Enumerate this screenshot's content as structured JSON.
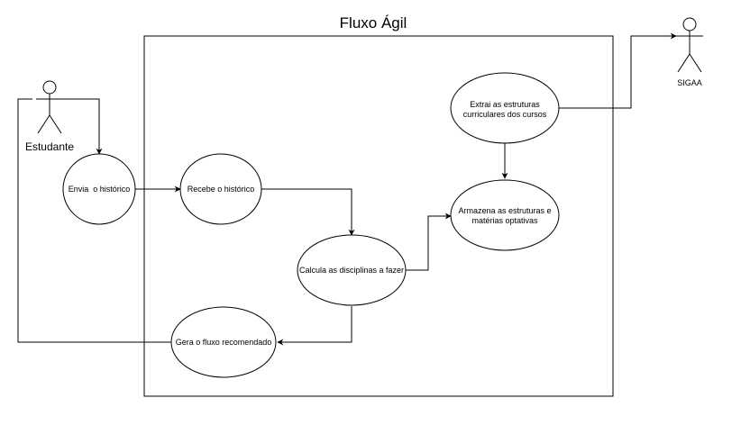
{
  "title": "Fluxo Ágil",
  "actors": {
    "estudante": "Estudante",
    "sigaa": "SIGAA"
  },
  "use_cases": {
    "envia": "Envia  o histórico",
    "recebe": "Recebe o histórico",
    "calcula": "Calcula as disciplinas a fazer",
    "gera": "Gera o fluxo recomendado",
    "extrai_1": "Extrai as estruturas",
    "extrai_2": "curriculares dos cursos",
    "armazena_1": "Armazena as estruturas e",
    "armazena_2": "matérias optativas"
  }
}
